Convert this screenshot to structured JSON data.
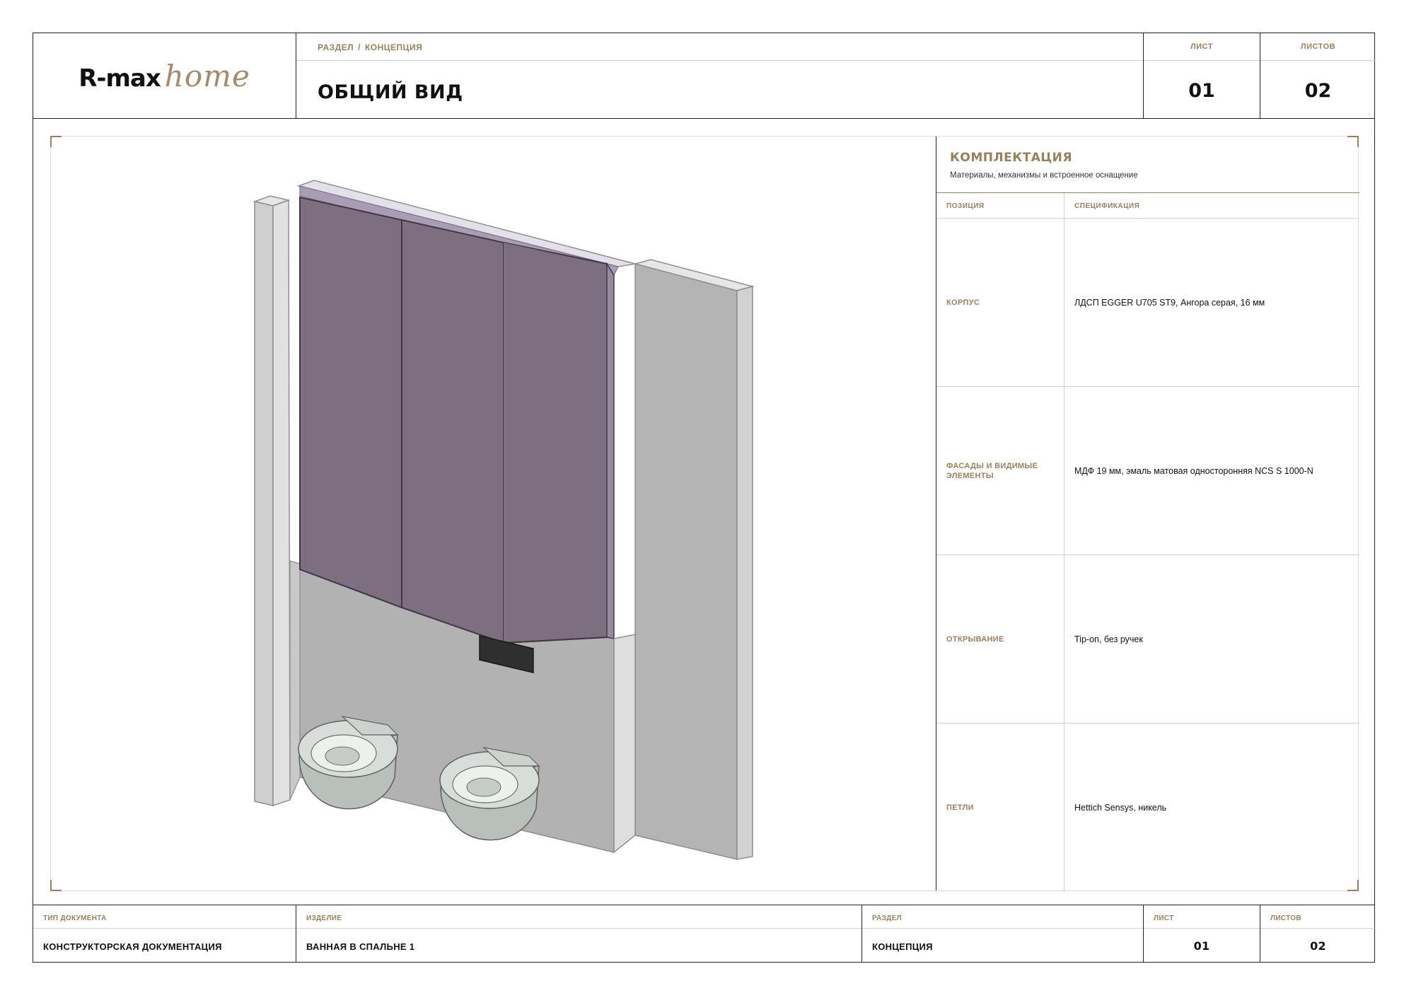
{
  "header": {
    "logo": {
      "main": "R-max",
      "script": "home"
    },
    "breadcrumb": {
      "section": "РАЗДЕЛ",
      "separator": "/",
      "current": "КОНЦЕПЦИЯ"
    },
    "title": "ОБЩИЙ ВИД",
    "sheet": {
      "label": "ЛИСТ",
      "value": "01"
    },
    "sheets": {
      "label": "ЛИСТОВ",
      "value": "02"
    }
  },
  "spec": {
    "title": "КОМПЛЕКТАЦИЯ",
    "description": "Материалы, механизмы и встроенное оснащение",
    "columns": {
      "position": "ПОЗИЦИЯ",
      "specification": "СПЕЦИФИКАЦИЯ"
    },
    "rows": [
      {
        "key": "КОРПУС",
        "value": "ЛДСП EGGER U705 ST9, Ангора серая, 16 мм"
      },
      {
        "key": "ФАСАДЫ И ВИДИМЫЕ ЭЛЕМЕНТЫ",
        "value": "МДФ 19 мм, эмаль матовая односторонняя NCS S 1000-N"
      },
      {
        "key": "ОТКРЫВАНИЕ",
        "value": "Tip-on, без ручек"
      },
      {
        "key": "ПЕТЛИ",
        "value": "Hettich Sensys, никель"
      }
    ]
  },
  "footer": {
    "doc_type": {
      "label": "ТИП ДОКУМЕНТА",
      "value": "КОНСТРУКТОРСКАЯ ДОКУМЕНТАЦИЯ"
    },
    "product": {
      "label": "ИЗДЕЛИЕ",
      "value": "ВАННАЯ В СПАЛЬНЕ 1"
    },
    "section": {
      "label": "РАЗДЕЛ",
      "value": "КОНЦЕПЦИЯ"
    },
    "sheet": {
      "label": "ЛИСТ",
      "value": "01"
    },
    "sheets": {
      "label": "ЛИСТОВ",
      "value": "02"
    }
  },
  "colors": {
    "accent": "#9a7f5c",
    "cabinet_front": "#7e6f80",
    "cabinet_top": "#a79cb3",
    "wall_panel": "#b3b3b3",
    "side_panel": "#d6d6d6"
  }
}
